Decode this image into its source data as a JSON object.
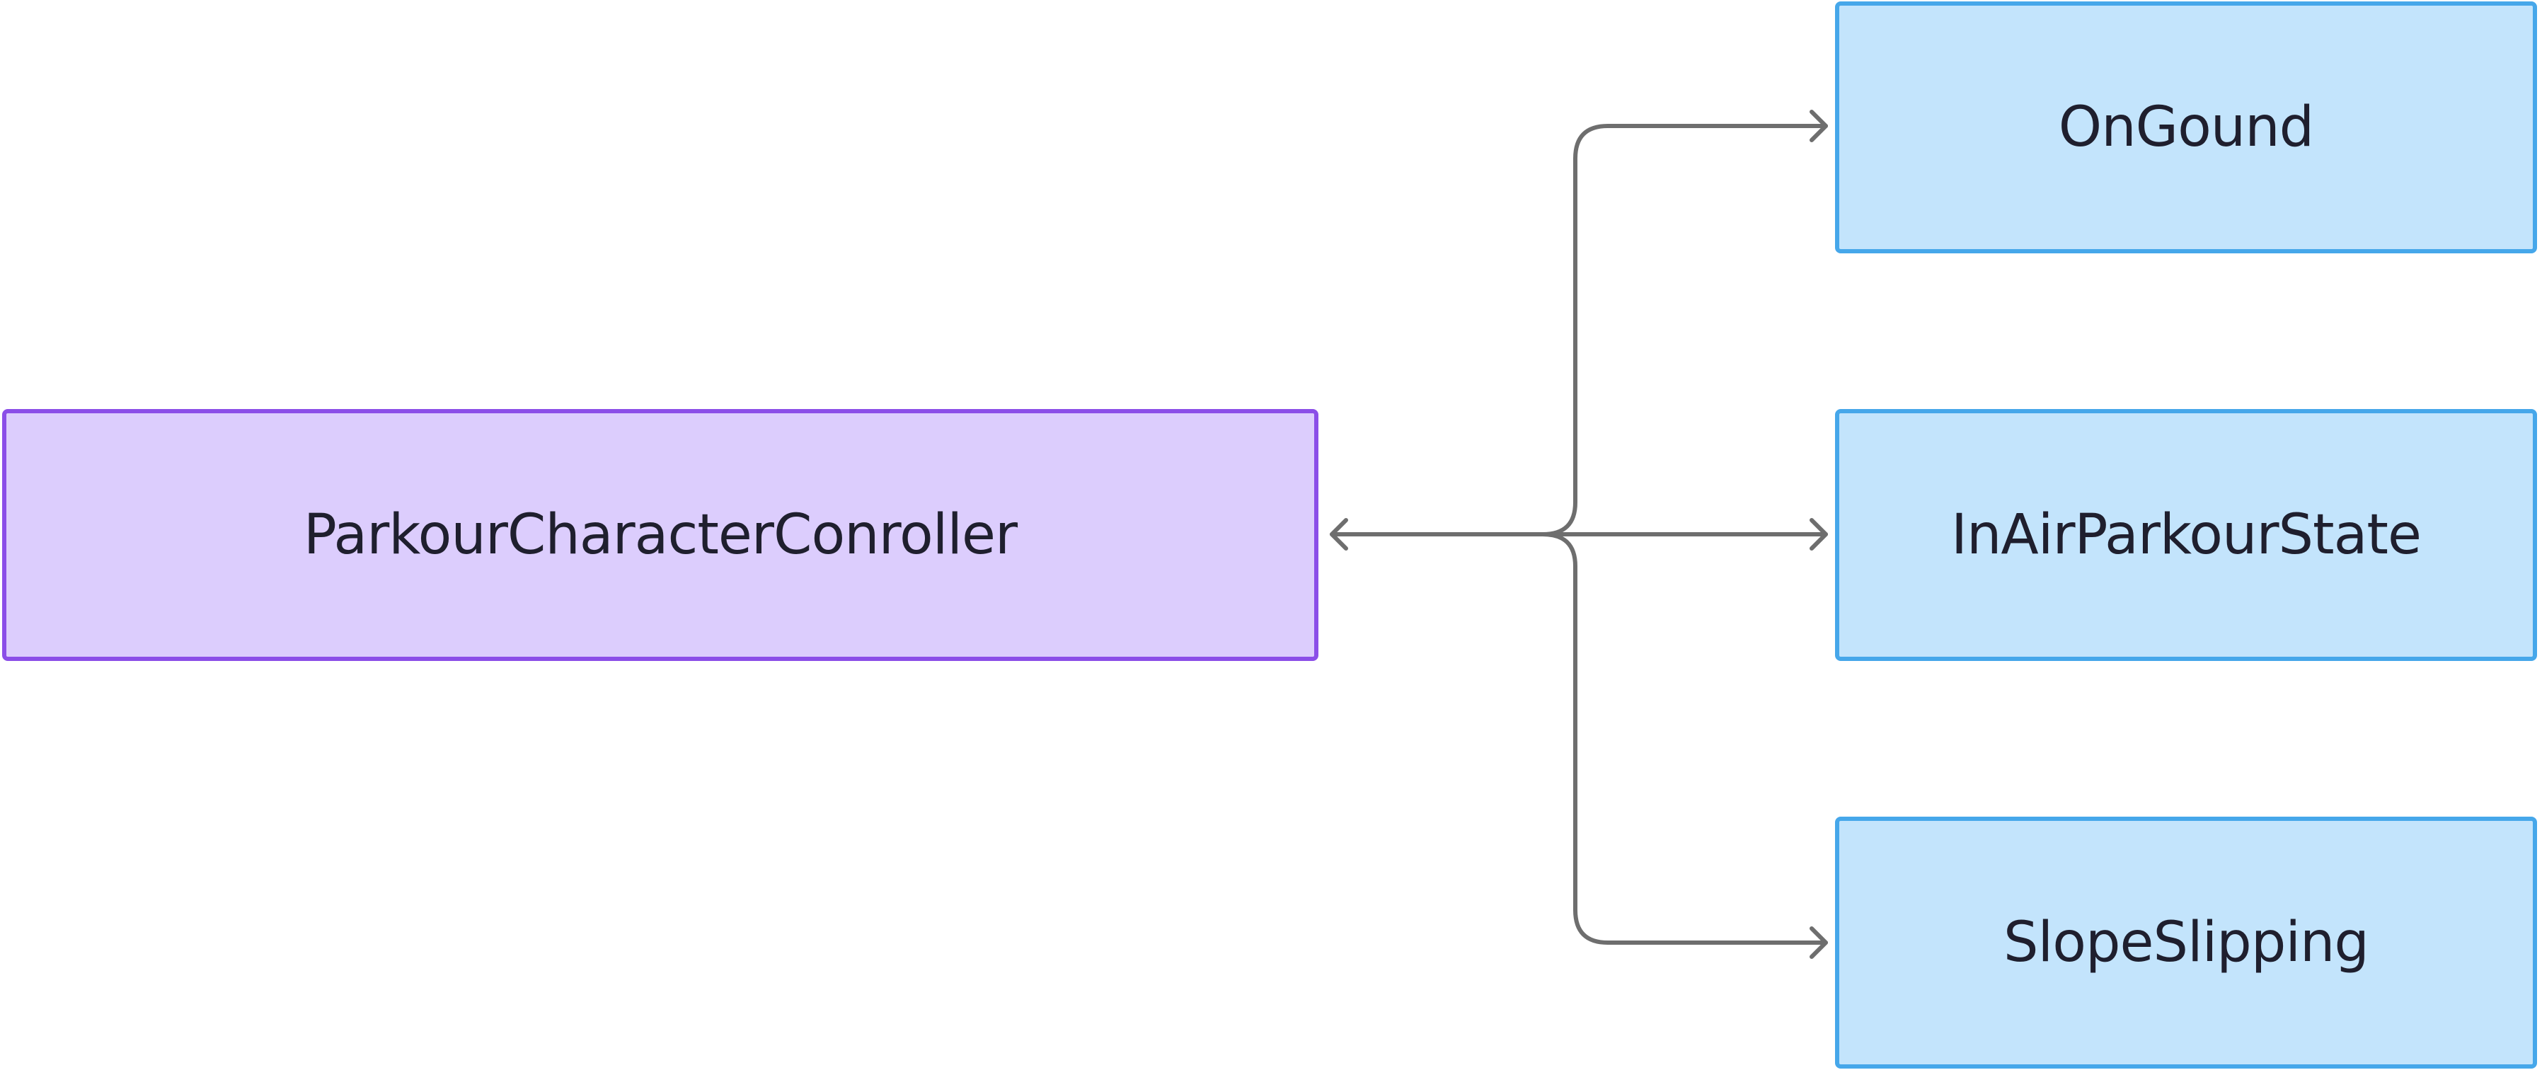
{
  "colors": {
    "controller_fill": "#dccdfd",
    "controller_border": "#8b4ee8",
    "state_fill": "#c3e4fc",
    "state_border": "#46a7ea",
    "edge": "#6e6e6e"
  },
  "nodes": {
    "controller": {
      "label": "ParkourCharacterConroller"
    },
    "states": [
      {
        "label": "OnGound"
      },
      {
        "label": "InAirParkourState"
      },
      {
        "label": "SlopeSlipping"
      }
    ]
  }
}
